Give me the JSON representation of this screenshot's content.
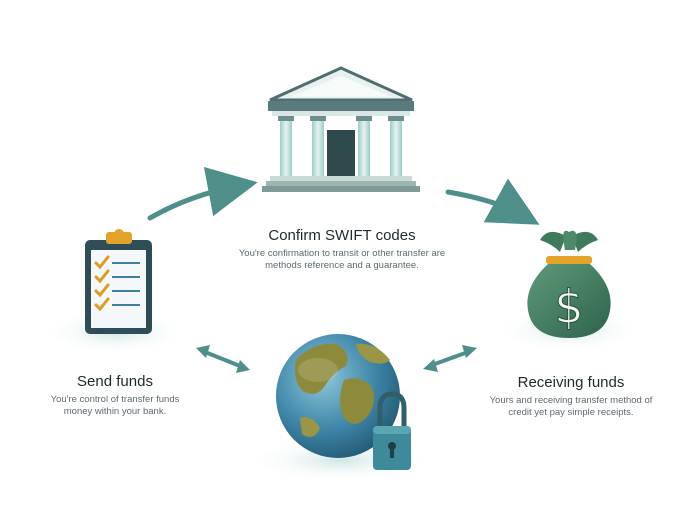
{
  "center": {
    "title": "Confirm SWIFT codes",
    "desc_line1": "You're confirmation to transit or other transfer are",
    "desc_line2": "methods reference and a guarantee."
  },
  "left": {
    "title": "Send funds",
    "desc_line1": "You're control of transfer funds",
    "desc_line2": "money within your bank."
  },
  "right": {
    "title": "Receiving funds",
    "desc_line1": "Yours and receiving transfer method of",
    "desc_line2": "credit yet pay simple receipts."
  },
  "icons": {
    "bank": "bank-building-icon",
    "checklist": "clipboard-checklist-icon",
    "money": "money-bag-icon",
    "globe": "globe-icon",
    "lock": "padlock-icon",
    "money_symbol": "$"
  },
  "colors": {
    "teal": "#4f8f8a",
    "bank_column": "#bfe0dd",
    "money_bag": "#3f7a5c",
    "checkmark": "#e09a1e",
    "ocean": "#3e86a8",
    "land": "#8d8a3c"
  }
}
